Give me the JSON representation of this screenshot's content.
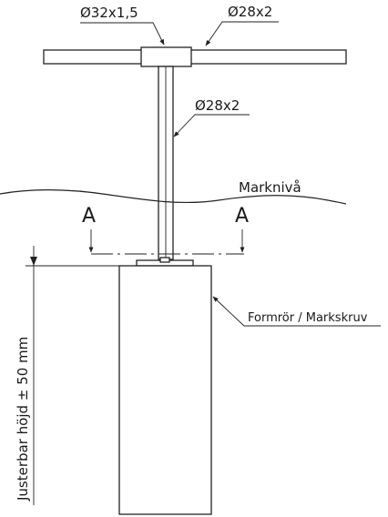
{
  "labels": {
    "crossbar_sleeve": "Ø32x1,5",
    "crossbar_tube": "Ø28x2",
    "post_tube": "Ø28x2",
    "ground_level": "Marknivå",
    "section_left": "A",
    "section_right": "A",
    "form_tube": "Formrör / Markskruv",
    "adjustable_height": "Justerbar höjd ± 50 mm"
  }
}
